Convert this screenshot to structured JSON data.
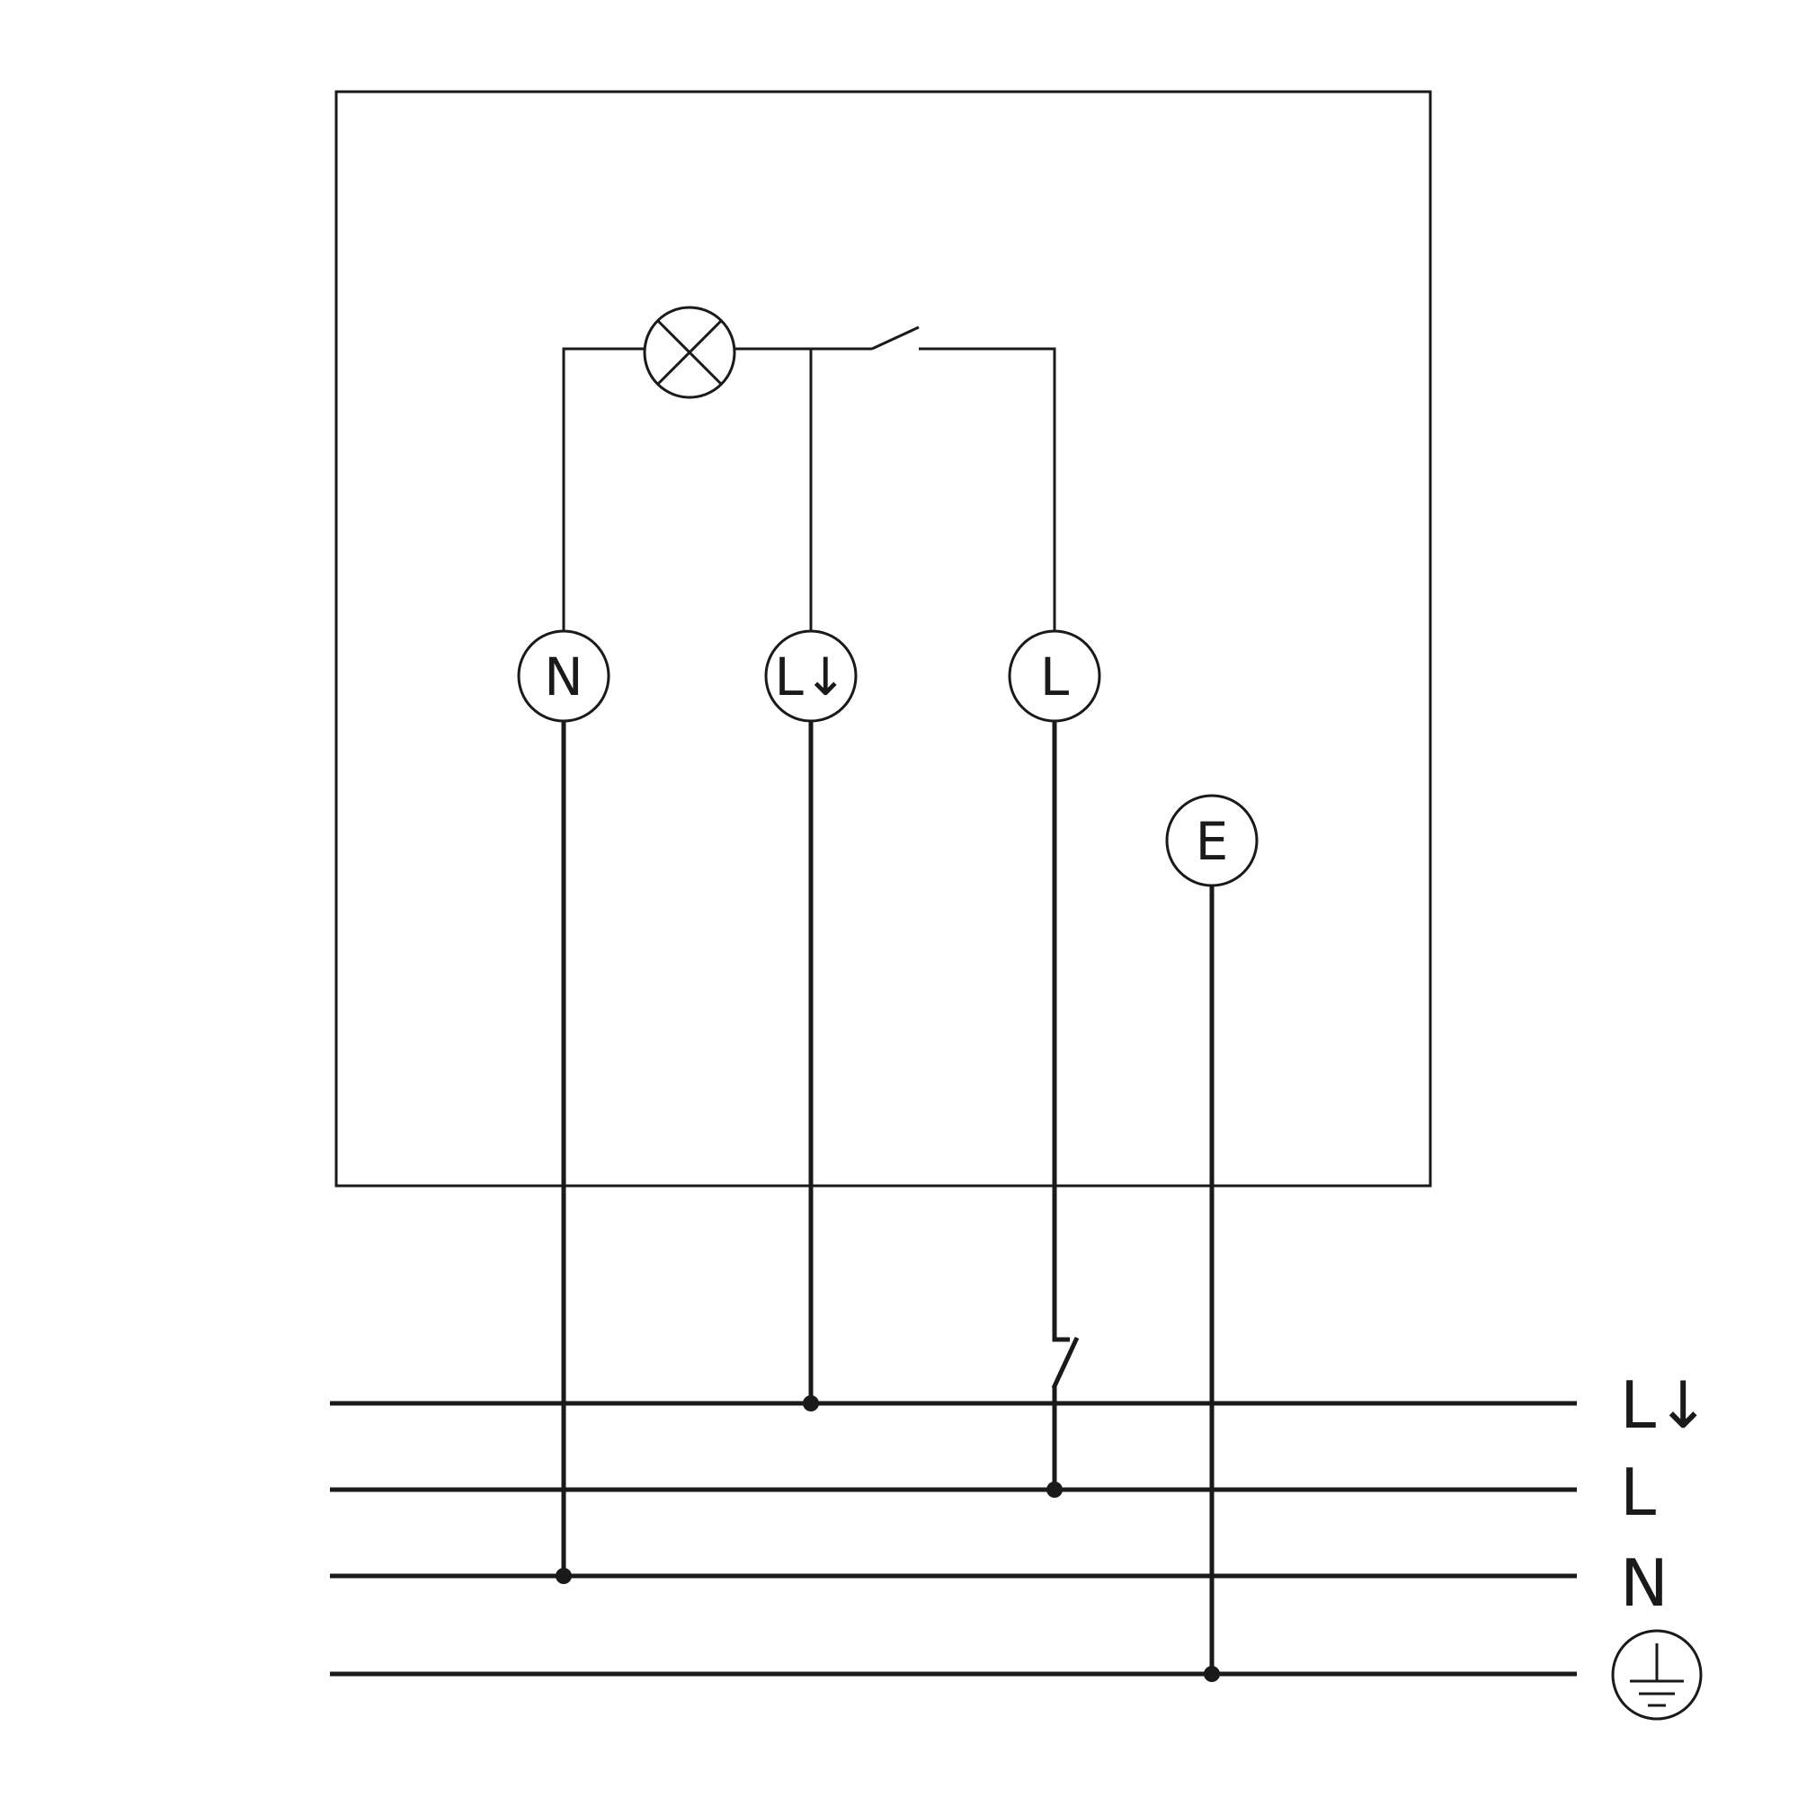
{
  "terminals": {
    "neutral": "N",
    "switched_live": "L↓",
    "live": "L",
    "earth": "E"
  },
  "bus_lines": {
    "switched_live": "L↓",
    "live": "L",
    "neutral": "N",
    "earth_icon": "protective-earth"
  },
  "colors": {
    "stroke": "#1a1a1a",
    "background": "#ffffff"
  }
}
